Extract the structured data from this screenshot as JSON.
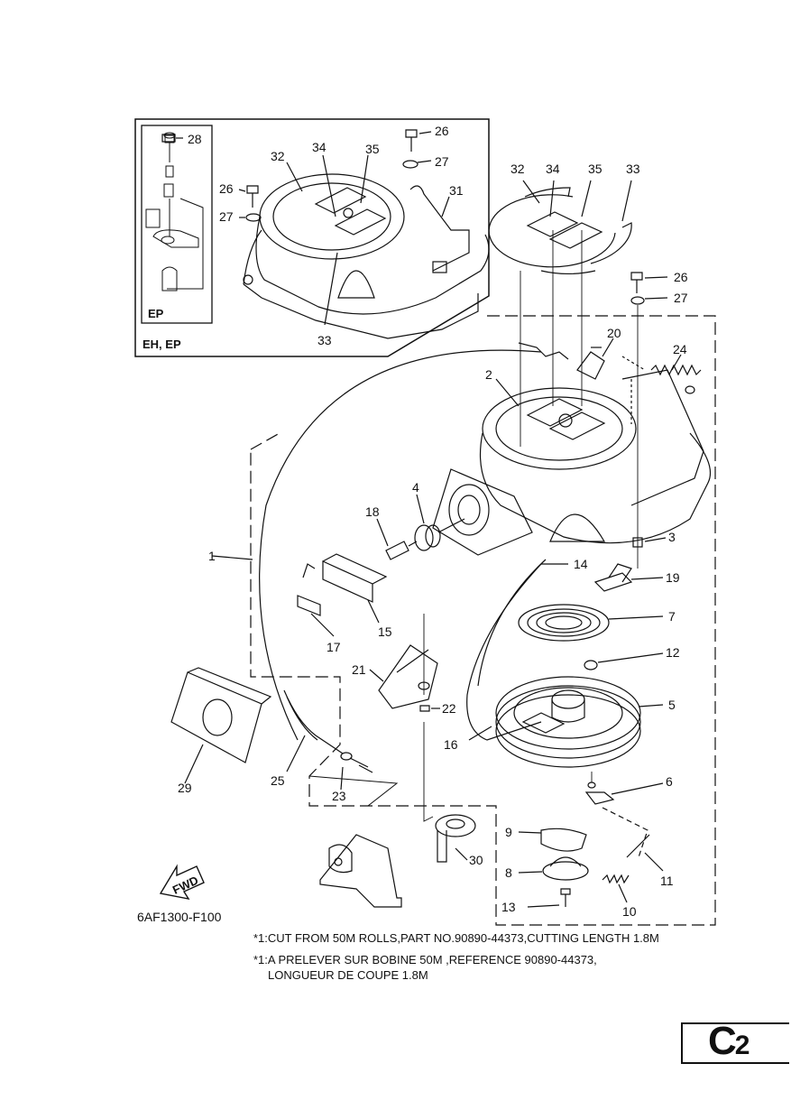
{
  "inset": {
    "label_main": "EH, EP",
    "label_sub": "EP",
    "callouts": [
      "28",
      "32",
      "34",
      "35",
      "26",
      "27",
      "26",
      "27",
      "31",
      "33"
    ]
  },
  "parts": {
    "n1": "1",
    "n2": "2",
    "n3": "3",
    "n4": "4",
    "n5": "5",
    "n6": "6",
    "n7": "7",
    "n8": "8",
    "n9": "9",
    "n10": "10",
    "n11": "11",
    "n12": "12",
    "n13": "13",
    "n14": "14",
    "n15": "15",
    "n16": "16",
    "n17": "17",
    "n18": "18",
    "n19": "19",
    "n20": "20",
    "n21": "21",
    "n22": "22",
    "n23": "23",
    "n24": "24",
    "n25": "25",
    "n26": "26",
    "n27": "27",
    "n29": "29",
    "n30": "30",
    "n32": "32",
    "n33": "33",
    "n34": "34",
    "n35": "35"
  },
  "fwd_label": "FWD",
  "diagram_code": "6AF1300-F100",
  "notes": {
    "en": "*1:CUT FROM 50M ROLLS,PART NO.90890-44373,CUTTING LENGTH 1.8M",
    "fr_line1": "*1:A PRELEVER SUR BOBINE 50M ,REFERENCE 90890-44373,",
    "fr_line2": "LONGUEUR DE COUPE 1.8M"
  },
  "page_code": {
    "letter": "C",
    "number": "2"
  }
}
